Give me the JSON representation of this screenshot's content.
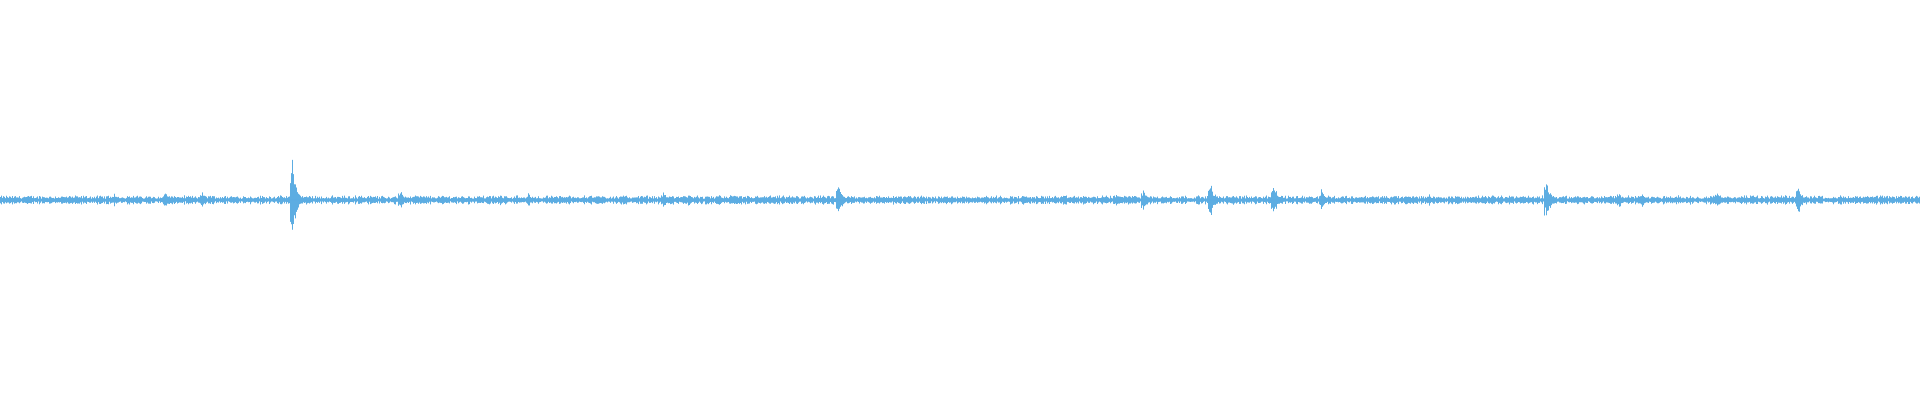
{
  "waveform": {
    "color": "#5dade2",
    "background": "#ffffff",
    "baseline_amplitude": 0.012,
    "spikes": [
      {
        "position": 0.059,
        "amplitude": 0.02
      },
      {
        "position": 0.086,
        "amplitude": 0.03
      },
      {
        "position": 0.105,
        "amplitude": 0.025
      },
      {
        "position": 0.152,
        "amplitude": 0.115
      },
      {
        "position": 0.187,
        "amplitude": 0.02
      },
      {
        "position": 0.208,
        "amplitude": 0.03
      },
      {
        "position": 0.26,
        "amplitude": 0.02
      },
      {
        "position": 0.275,
        "amplitude": 0.02
      },
      {
        "position": 0.307,
        "amplitude": 0.018
      },
      {
        "position": 0.345,
        "amplitude": 0.025
      },
      {
        "position": 0.358,
        "amplitude": 0.02
      },
      {
        "position": 0.374,
        "amplitude": 0.02
      },
      {
        "position": 0.436,
        "amplitude": 0.055
      },
      {
        "position": 0.581,
        "amplitude": 0.02
      },
      {
        "position": 0.595,
        "amplitude": 0.035
      },
      {
        "position": 0.63,
        "amplitude": 0.055
      },
      {
        "position": 0.642,
        "amplitude": 0.02
      },
      {
        "position": 0.663,
        "amplitude": 0.05
      },
      {
        "position": 0.688,
        "amplitude": 0.03
      },
      {
        "position": 0.744,
        "amplitude": 0.018
      },
      {
        "position": 0.805,
        "amplitude": 0.07
      },
      {
        "position": 0.843,
        "amplitude": 0.025
      },
      {
        "position": 0.855,
        "amplitude": 0.02
      },
      {
        "position": 0.894,
        "amplitude": 0.025
      },
      {
        "position": 0.936,
        "amplitude": 0.05
      },
      {
        "position": 0.985,
        "amplitude": 0.015
      }
    ]
  }
}
